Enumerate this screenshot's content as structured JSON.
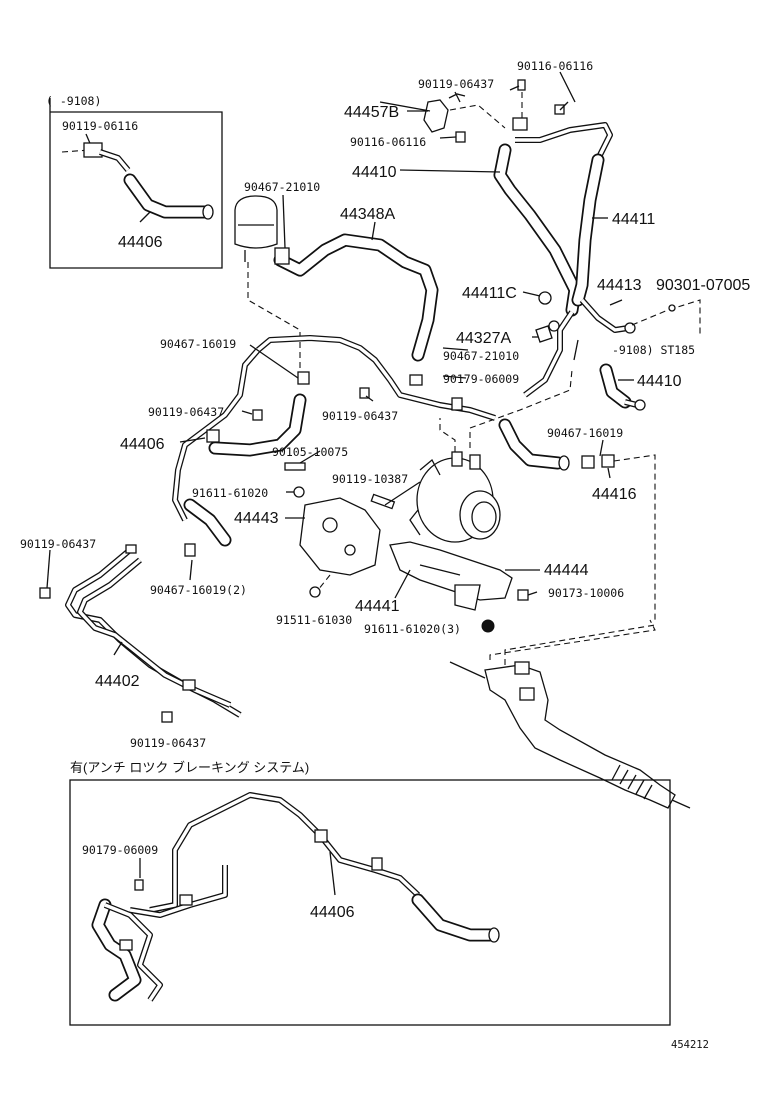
{
  "inset_top": {
    "range": "( -9108)",
    "bolt": "90119-06116",
    "hose": "44406"
  },
  "labels": {
    "l_90116_06116_a": "90116-06116",
    "l_90119_06437_a": "90119-06437",
    "l_44457B": "44457B",
    "l_90116_06116_b": "90116-06116",
    "l_44410": "44410",
    "l_44411": "44411",
    "l_90467_21010_a": "90467-21010",
    "l_44348A": "44348A",
    "l_44411C": "44411C",
    "l_44413": "44413",
    "l_90301_07005": "90301-07005",
    "l_44327A": "44327A",
    "l_90467_21010_b": "90467-21010",
    "l_range_st185": "-9108) ST185",
    "l_44410_b": "44410",
    "l_90467_16019_a": "90467-16019",
    "l_90179_06009_a": "90179-06009",
    "l_90119_06437_b": "90119-06437",
    "l_90119_06437_c": "90119-06437",
    "l_44406": "44406",
    "l_90105_10075": "90105-10075",
    "l_90467_16019_b": "90467-16019",
    "l_44416": "44416",
    "l_90119_10387": "90119-10387",
    "l_91611_61020_a": "91611-61020",
    "l_44443": "44443",
    "l_90119_06437_d": "90119-06437",
    "l_44444": "44444",
    "l_90467_16019_2": "90467-16019(2)",
    "l_44441": "44441",
    "l_90173_10006": "90173-10006",
    "l_91511_61030": "91511-61030",
    "l_91611_61020_3": "91611-61020(3)",
    "l_44402": "44402",
    "l_90119_06437_e": "90119-06437"
  },
  "inset_bottom": {
    "caption": "有(アンチ ロツク ブレーキング システム)",
    "bolt": "90179-06009",
    "hose": "44406"
  },
  "figure_id": "454212"
}
